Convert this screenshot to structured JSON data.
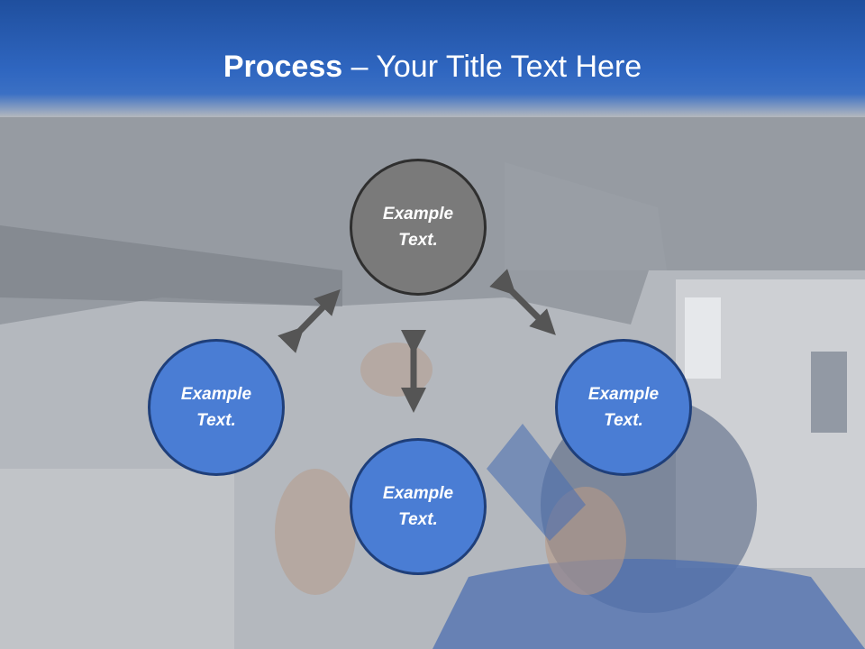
{
  "slide": {
    "title_bold": "Process",
    "title_rest": " – Your Title Text Here"
  },
  "nodes": {
    "top": {
      "line1": "Example",
      "line2": "Text."
    },
    "left": {
      "line1": "Example",
      "line2": "Text."
    },
    "right": {
      "line1": "Example",
      "line2": "Text."
    },
    "bottom": {
      "line1": "Example",
      "line2": "Text."
    }
  },
  "colors": {
    "header": "#2f66c0",
    "center_node": "#7a7a7a",
    "outer_node": "#4a7dd4",
    "arrow": "#555555"
  }
}
